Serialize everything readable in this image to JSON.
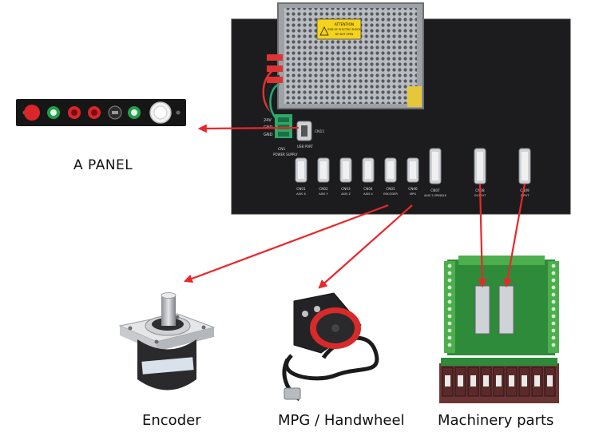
{
  "labels": {
    "panel": "A PANEL",
    "encoder": "Encoder",
    "mpg": "MPG / Handwheel",
    "machinery": "Machinery parts"
  },
  "warning_sticker": {
    "line1": "ATTENTION",
    "line2": "RISK OF ELECTRIC SHOCK",
    "line3": "DO NOT OPEN"
  },
  "board": {
    "power_pins": [
      "24V",
      "GND",
      "GND"
    ],
    "power_label": "CN1",
    "power_sub": "POWER SUPPLY",
    "usb_label": "CN11",
    "usb_sub": "USB PORT",
    "connectors": [
      {
        "id": "CN01",
        "sub": "AXIS X"
      },
      {
        "id": "CN02",
        "sub": "AXIS Y"
      },
      {
        "id": "CN03",
        "sub": "AXIS Z"
      },
      {
        "id": "CN04",
        "sub": "AXIS 4"
      },
      {
        "id": "CN05",
        "sub": "ENCODER"
      },
      {
        "id": "CN06",
        "sub": "MPG"
      },
      {
        "id": "CN07",
        "sub": "AXIS 5 SPINDLE"
      },
      {
        "id": "CN08",
        "sub": "OUTPUT"
      },
      {
        "id": "CN09",
        "sub": "INPUT"
      }
    ]
  },
  "colors": {
    "arrow": "#e8282b",
    "board": "#1c1c1e",
    "pcb": "#2e8b3a",
    "terminal": "#4cae4c"
  }
}
